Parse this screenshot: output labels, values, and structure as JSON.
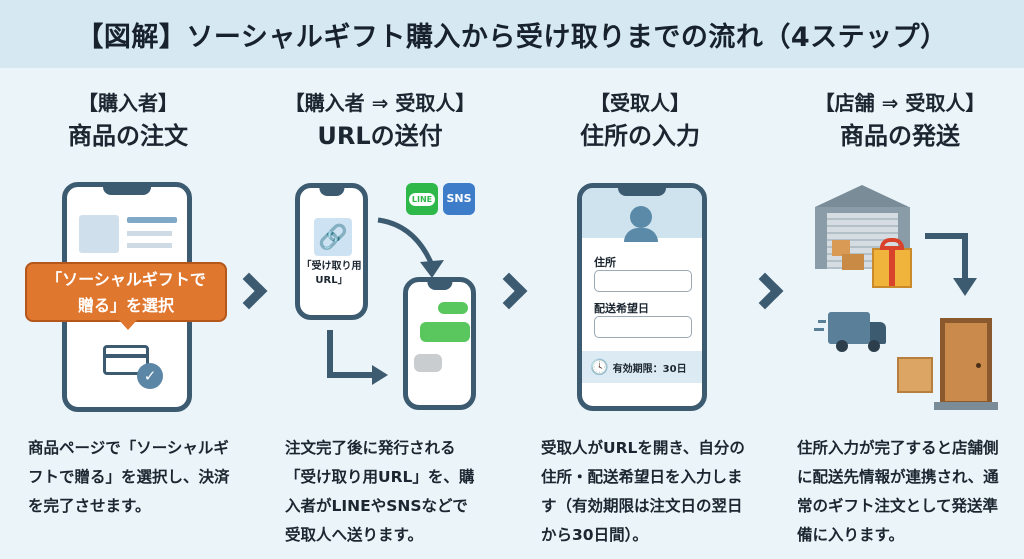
{
  "title": "【図解】ソーシャルギフト購入から受け取りまでの流れ（4ステップ）",
  "steps": [
    {
      "role": "【購入者】",
      "action": "商品の注文",
      "callout": [
        "「ソーシャルギフトで",
        "贈る」を選択"
      ],
      "desc": "商品ページで「ソーシャルギフトで贈る」を選択し、決済を完了させます。"
    },
    {
      "role": "【購入者 ⇒ 受取人】",
      "action": "URLの送付",
      "url_label": [
        "「受け取り用",
        "URL」"
      ],
      "badges": [
        "LINE",
        "SNS"
      ],
      "desc": "注文完了後に発行される「受け取り用URL」を、購入者がLINEやSNSなどで受取人へ送ります。"
    },
    {
      "role": "【受取人】",
      "action": "住所の入力",
      "address_label": "住所",
      "date_label": "配送希望日",
      "expiry": "有効期限：30日",
      "desc": "受取人がURLを開き、自分の住所・配送希望日を入力します（有効期限は注文日の翌日から30日間）。"
    },
    {
      "role": "【店舗 ⇒ 受取人】",
      "action": "商品の発送",
      "desc": "住所入力が完了すると店舗側に配送先情報が連携され、通常のギフト注文として発送準備に入ります。"
    }
  ],
  "colors": {
    "frame": "#3d5b70",
    "accent": "#e0772f",
    "line": "#2fb84a",
    "sns": "#3d7cc9"
  }
}
